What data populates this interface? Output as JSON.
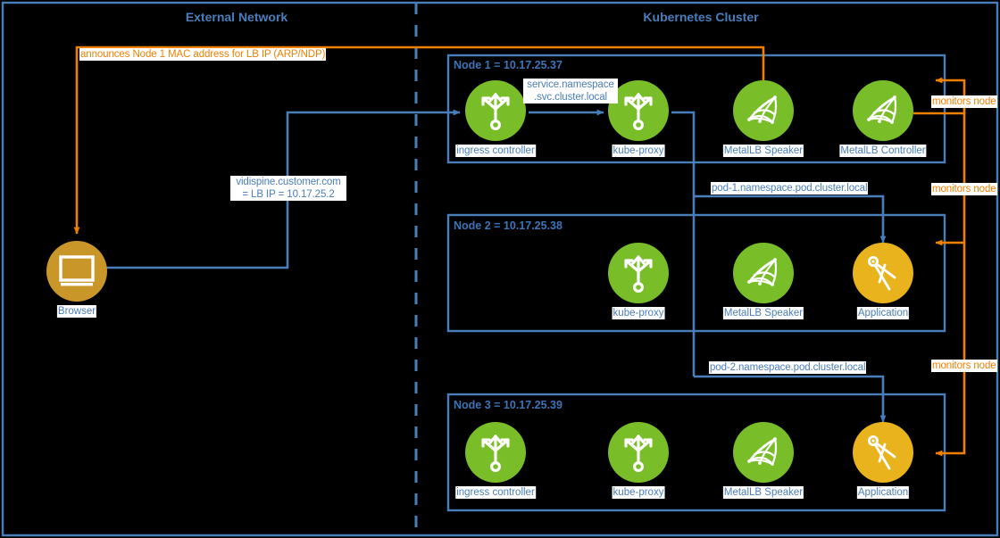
{
  "diagram": {
    "title": "MetalLB Kubernetes load balancing diagram",
    "colors": {
      "background": "#000000",
      "blue": "#4a7ebb",
      "blue_dark": "#3d74b8",
      "orange": "#f08000",
      "green": "#79bd29",
      "amber": "#e8b31d",
      "gold": "#c9962a",
      "chip_bg": "#ffffff"
    }
  },
  "zones": [
    {
      "id": "external",
      "label": "External Network"
    },
    {
      "id": "cluster",
      "label": "Kubernetes Cluster"
    }
  ],
  "nodes": [
    {
      "id": "node1",
      "title": "Node 1 = 10.17.25.37"
    },
    {
      "id": "node2",
      "title": "Node 2 = 10.17.25.38"
    },
    {
      "id": "node3",
      "title": "Node 3 = 10.17.25.39"
    }
  ],
  "pods": {
    "node1": [
      {
        "id": "n1-ingress",
        "label": "ingress controller",
        "icon": "routing-trident-icon",
        "color": "green"
      },
      {
        "id": "n1-kubeproxy",
        "label": "kube-proxy",
        "icon": "routing-trident-icon",
        "color": "green"
      },
      {
        "id": "n1-speaker",
        "label": "MetalLB Speaker",
        "icon": "metallb-mesh-icon",
        "color": "green"
      },
      {
        "id": "n1-controller",
        "label": "MetalLB Controller",
        "icon": "metallb-mesh-icon",
        "color": "green"
      }
    ],
    "node2": [
      {
        "id": "n2-kubeproxy",
        "label": "kube-proxy",
        "icon": "routing-trident-icon",
        "color": "green"
      },
      {
        "id": "n2-speaker",
        "label": "MetalLB Speaker",
        "icon": "metallb-mesh-icon",
        "color": "green"
      },
      {
        "id": "n2-app",
        "label": "Application",
        "icon": "compass-app-icon",
        "color": "amber"
      }
    ],
    "node3": [
      {
        "id": "n3-ingress",
        "label": "ingress controller",
        "icon": "routing-trident-icon",
        "color": "green"
      },
      {
        "id": "n3-kubeproxy",
        "label": "kube-proxy",
        "icon": "routing-trident-icon",
        "color": "green"
      },
      {
        "id": "n3-speaker",
        "label": "MetalLB Speaker",
        "icon": "metallb-mesh-icon",
        "color": "green"
      },
      {
        "id": "n3-app",
        "label": "Application",
        "icon": "compass-app-icon",
        "color": "amber"
      }
    ]
  },
  "client": {
    "id": "browser",
    "label": "Browser",
    "icon": "browser-monitor-icon",
    "color": "gold"
  },
  "edge_labels": {
    "arp_announce": "announces Node 1 MAC address for LB IP (ARP/NDP)",
    "lb_ip_line1": "vidispine.customer.com",
    "lb_ip_line2": "= LB IP = 10.17.25.2",
    "svc_dns_line1": "service.namespace",
    "svc_dns_line2": ".svc.cluster.local",
    "pod1_dns": "pod-1.namespace.pod.cluster.local",
    "pod2_dns": "pod-2.namespace.pod.cluster.local",
    "monitors_node_1": "monitors node",
    "monitors_node_2": "monitors node",
    "monitors_node_3": "monitors node"
  }
}
